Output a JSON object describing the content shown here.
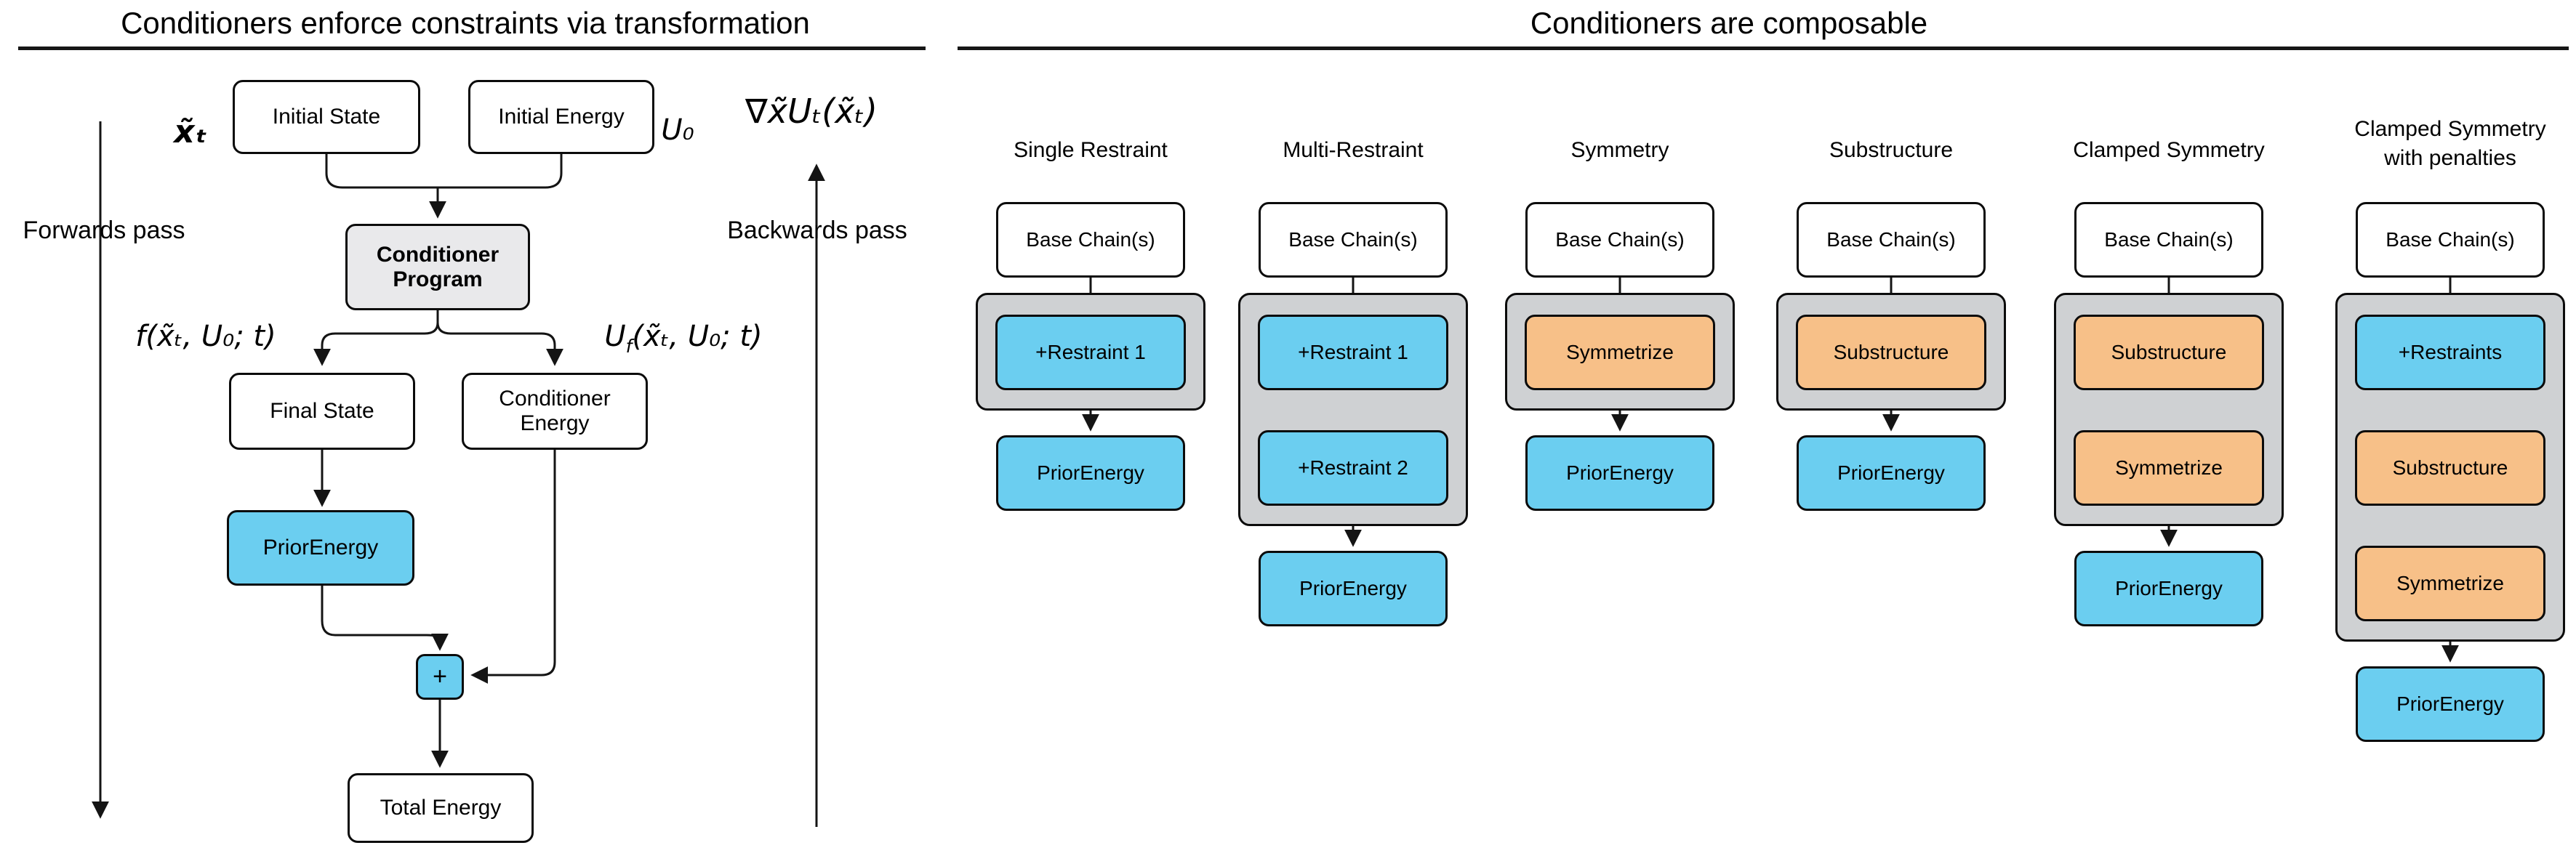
{
  "left_panel": {
    "title": "Conditioners enforce constraints via transformation",
    "forwards_label": "Forwards pass",
    "backwards_label": "Backwards pass",
    "math": {
      "x_t": "x̃ₜ",
      "u0": "U₀",
      "grad": "∇x̃Uₜ(x̃ₜ)",
      "f": "f(x̃ₜ, U₀; t)",
      "uf_base": "U",
      "uf_sub": "f",
      "uf_rest": "(x̃ₜ, U₀; t)"
    },
    "boxes": {
      "initial_state": "Initial State",
      "initial_energy": "Initial Energy",
      "conditioner_program_line1": "Conditioner",
      "conditioner_program_line2": "Program",
      "final_state": "Final State",
      "conditioner_energy_line1": "Conditioner",
      "conditioner_energy_line2": "Energy",
      "prior_energy": "PriorEnergy",
      "plus": "+",
      "total_energy": "Total Energy"
    }
  },
  "right_panel": {
    "title": "Conditioners are composable",
    "columns": [
      {
        "header": "Single Restraint",
        "base": "Base Chain(s)",
        "stack": [
          {
            "label": "+Restraint 1",
            "color": "blue"
          }
        ],
        "prior": "PriorEnergy"
      },
      {
        "header": "Multi-Restraint",
        "base": "Base Chain(s)",
        "stack": [
          {
            "label": "+Restraint 1",
            "color": "blue"
          },
          {
            "label": "+Restraint 2",
            "color": "blue"
          }
        ],
        "prior": "PriorEnergy"
      },
      {
        "header": "Symmetry",
        "base": "Base Chain(s)",
        "stack": [
          {
            "label": "Symmetrize",
            "color": "orange"
          }
        ],
        "prior": "PriorEnergy"
      },
      {
        "header": "Substructure",
        "base": "Base Chain(s)",
        "stack": [
          {
            "label": "Substructure",
            "color": "orange"
          }
        ],
        "prior": "PriorEnergy"
      },
      {
        "header": "Clamped Symmetry",
        "base": "Base Chain(s)",
        "stack": [
          {
            "label": "Substructure",
            "color": "orange"
          },
          {
            "label": "Symmetrize",
            "color": "orange"
          }
        ],
        "prior": "PriorEnergy"
      },
      {
        "header": "Clamped Symmetry",
        "header_line2": "with penalties",
        "base": "Base Chain(s)",
        "stack": [
          {
            "label": "+Restraints",
            "color": "blue"
          },
          {
            "label": "Substructure",
            "color": "orange"
          },
          {
            "label": "Symmetrize",
            "color": "orange"
          }
        ],
        "prior": "PriorEnergy"
      }
    ]
  },
  "colors": {
    "node_blue": "#6BCEF0",
    "node_orange": "#F7C088",
    "group_gray": "#CFD1D3",
    "program_gray": "#E9E9EB",
    "line_black": "#141414"
  }
}
